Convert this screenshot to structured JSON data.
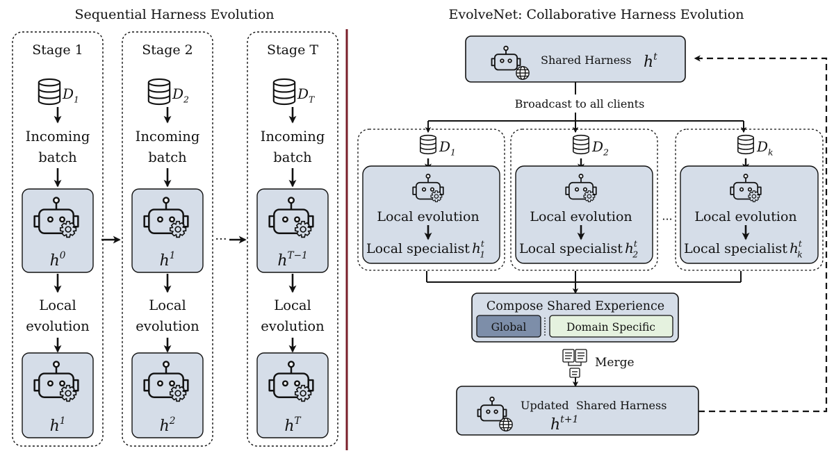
{
  "left": {
    "title": "Sequential Harness Evolution",
    "stages": [
      {
        "label": "Stage 1",
        "data_base": "D",
        "data_sub": "1",
        "incoming_line1": "Incoming",
        "incoming_line2": "batch",
        "h_in_base": "h",
        "h_in_sup": "0",
        "local_line1": "Local",
        "local_line2": "evolution",
        "h_out_base": "h",
        "h_out_sup": "1"
      },
      {
        "label": "Stage 2",
        "data_base": "D",
        "data_sub": "2",
        "incoming_line1": "Incoming",
        "incoming_line2": "batch",
        "h_in_base": "h",
        "h_in_sup": "1",
        "local_line1": "Local",
        "local_line2": "evolution",
        "h_out_base": "h",
        "h_out_sup": "2"
      },
      {
        "label": "Stage T",
        "data_base": "D",
        "data_sub": "T",
        "incoming_line1": "Incoming",
        "incoming_line2": "batch",
        "h_in_base": "h",
        "h_in_sup": "T−1",
        "local_line1": "Local",
        "local_line2": "evolution",
        "h_out_base": "h",
        "h_out_sup": "T"
      }
    ],
    "ellipsis": "···"
  },
  "right": {
    "title": "EvolveNet: Collaborative Harness Evolution",
    "shared": {
      "label": "Shared Harness",
      "h_base": "h",
      "h_sup": "t"
    },
    "broadcast": "Broadcast to all clients",
    "clients": [
      {
        "data_base": "D",
        "data_sub": "1",
        "local": "Local evolution",
        "specialist": "Local specialist",
        "h_base": "h",
        "h_sup": "t",
        "h_sub": "1"
      },
      {
        "data_base": "D",
        "data_sub": "2",
        "local": "Local evolution",
        "specialist": "Local specialist",
        "h_base": "h",
        "h_sup": "t",
        "h_sub": "2"
      },
      {
        "data_base": "D",
        "data_sub": "k",
        "local": "Local evolution",
        "specialist": "Local specialist",
        "h_base": "h",
        "h_sup": "t",
        "h_sub": "k"
      }
    ],
    "clients_ellipsis": "···",
    "compose": {
      "title": "Compose Shared Experience",
      "global": "Global",
      "domain": "Domain Specific"
    },
    "merge": "Merge",
    "updated": {
      "label": "Updated  Shared Harness",
      "h_base": "h",
      "h_sup": "t+1"
    }
  },
  "colors": {
    "box_fill": "#d5dde8",
    "global_fill": "#7d8ea9",
    "domain_fill": "#e5f2df",
    "divider": "#7a1f2a"
  }
}
